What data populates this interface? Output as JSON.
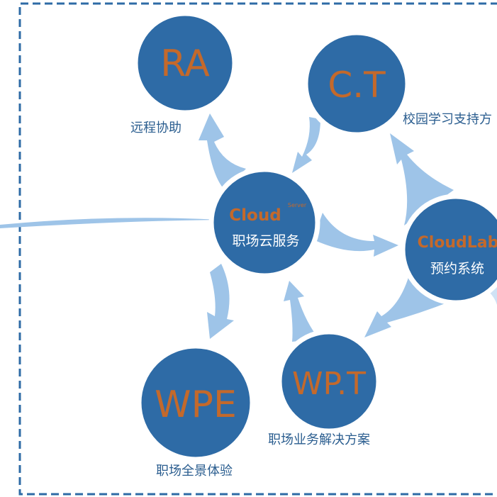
{
  "colors": {
    "circle_fill": "#2e6ba6",
    "abbreviation_text": "#c4692b",
    "caption_text": "#2a5d8f",
    "arrow_fill": "#9ec4e8",
    "frame_border": "#2e6ba6"
  },
  "nodes": {
    "cloud": {
      "title": "Cloud",
      "superscript": "Server",
      "subtitle": "职场云服务"
    },
    "ra": {
      "abbr": "RA",
      "caption": "远程协助"
    },
    "ct": {
      "abbr": "C.T",
      "caption": "校园学习支持方"
    },
    "cloudlab": {
      "title": "CloudLab",
      "subtitle": "预约系统"
    },
    "wpt": {
      "abbr": "WP.T",
      "caption": "职场业务解决方案"
    },
    "wpe": {
      "abbr": "WPE",
      "caption": "职场全景体验"
    }
  }
}
